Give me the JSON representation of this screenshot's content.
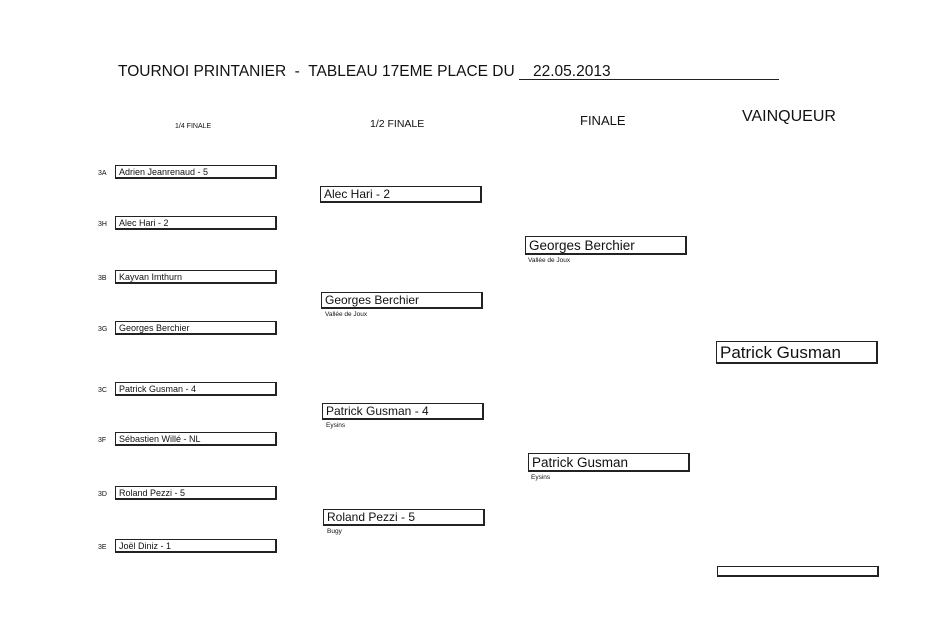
{
  "document": {
    "title_left": "TOURNOI PRINTANIER",
    "title_sep": "-",
    "title_right": "TABLEAU 17EME PLACE DU",
    "date": "22.05.2013"
  },
  "rounds": {
    "quarter": "1/4 FINALE",
    "semi": "1/2 FINALE",
    "final": "FINALE",
    "winner": "VAINQUEUR"
  },
  "quarterfinals": [
    {
      "seed": "3A",
      "player": "Adrien Jeanrenaud - 5"
    },
    {
      "seed": "3H",
      "player": "Alec Hari - 2"
    },
    {
      "seed": "3B",
      "player": "Kayvan Imthurn"
    },
    {
      "seed": "3G",
      "player": "Georges Berchier"
    },
    {
      "seed": "3C",
      "player": "Patrick Gusman - 4"
    },
    {
      "seed": "3F",
      "player": "Sébastien Willé - NL"
    },
    {
      "seed": "3D",
      "player": "Roland Pezzi - 5"
    },
    {
      "seed": "3E",
      "player": "Joël Diniz - 1"
    }
  ],
  "semifinals": [
    {
      "player": "Alec Hari - 2",
      "club": ""
    },
    {
      "player": "Georges Berchier",
      "club": "Vallée de Joux"
    },
    {
      "player": "Patrick Gusman - 4",
      "club": "Eysins"
    },
    {
      "player": "Roland Pezzi - 5",
      "club": "Bugy"
    }
  ],
  "finals": [
    {
      "player": "Georges Berchier",
      "club": "Vallée de Joux"
    },
    {
      "player": "Patrick Gusman",
      "club": "Eysins"
    }
  ],
  "winner": {
    "player": "Patrick Gusman"
  }
}
